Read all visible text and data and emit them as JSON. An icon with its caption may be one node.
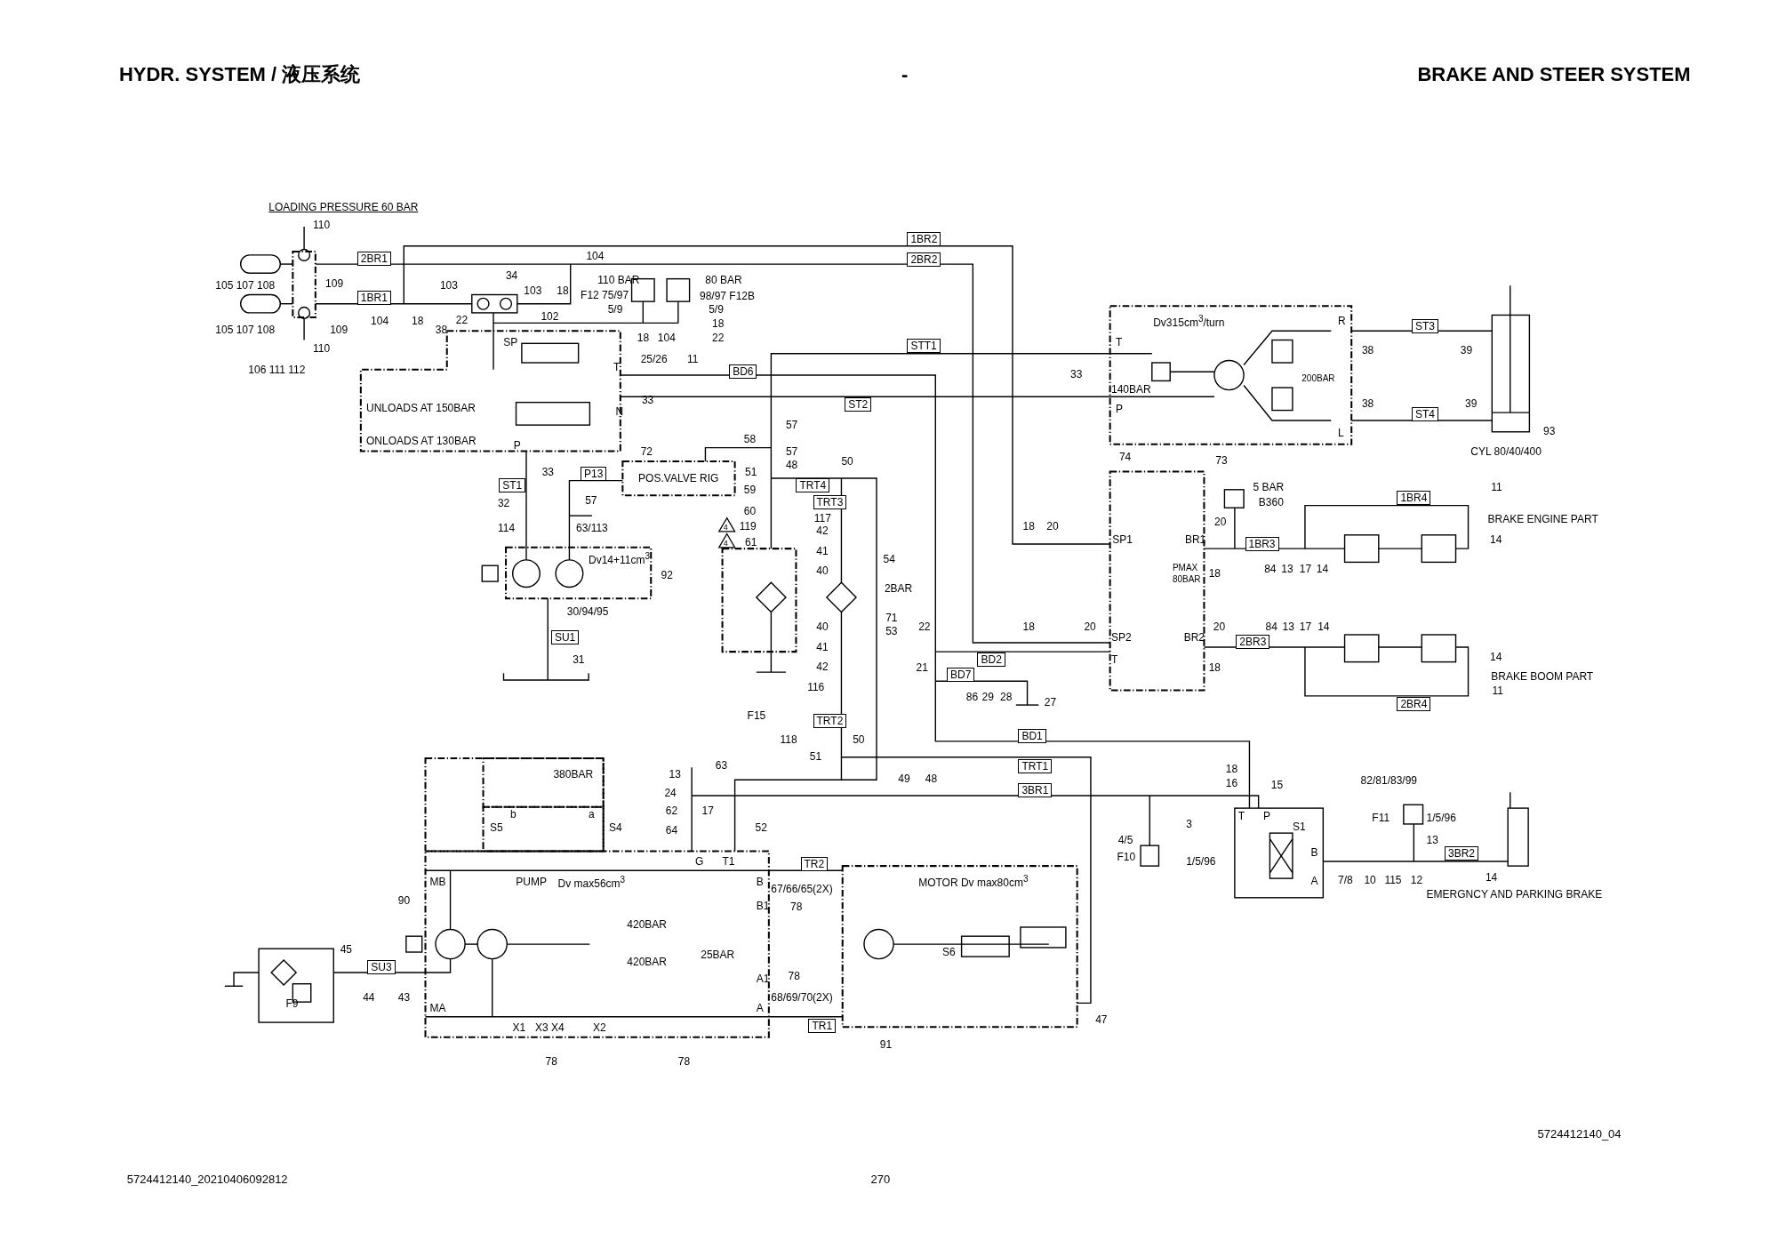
{
  "diagram": {
    "labels": [
      "HYDR. SYSTEM / 液压系统",
      "-",
      "BRAKE AND STEER SYSTEM",
      "LOADING PRESSURE 60 BAR",
      "110",
      "2BR1",
      "104",
      "1BR2",
      "2BR2",
      "105 107 108",
      "109",
      "103",
      "34",
      "103",
      "18",
      "110 BAR",
      "80 BAR",
      "1BR1",
      "F12 75/97",
      "98/97 F12B",
      "5/9",
      "5/9",
      "104",
      "18",
      "22",
      "102",
      "18",
      "105 107 108",
      "109",
      "38",
      "18",
      "104",
      "22",
      "110",
      "SP",
      "106 111 112",
      "STT1",
      "25/26",
      "11",
      "T",
      "BD6",
      "UNLOADS AT 150BAR",
      "N",
      "33",
      "ST2",
      "ONLOADS AT 130BAR",
      "P",
      "72",
      "57",
      "58",
      "57",
      "48",
      "50",
      "ST1",
      "33",
      "P13",
      "POS.VALVE RIG",
      "51",
      "TRT4",
      "59",
      "32",
      "57",
      "TRT3",
      "60",
      "117",
      "114",
      "63/113",
      "4",
      "119",
      "42",
      "4",
      "61",
      "41",
      "54",
      "Dv14+11cm$^{3}$",
      "40",
      "92",
      "2BAR",
      "71",
      "53",
      "30/94/95",
      "SU1",
      "40",
      "41",
      "42",
      "31",
      "116",
      "F15",
      "TRT2",
      "118",
      "50",
      "51",
      "49",
      "48",
      "Dv315cm$^{3}$/turn",
      "R",
      "ST3",
      "T",
      "38",
      "39",
      "33",
      "200BAR",
      "140BAR",
      "P",
      "38",
      "39",
      "ST4",
      "L",
      "93",
      "CYL 80/40/400",
      "74",
      "73",
      "5 BAR",
      "11",
      "B360",
      "1BR4",
      "BRAKE ENGINE PART",
      "18",
      "20",
      "20",
      "SP1",
      "BR1",
      "1BR3",
      "14",
      "PMAX",
      "80BAR",
      "84",
      "13",
      "17",
      "14",
      "18",
      "22",
      "18",
      "20",
      "20",
      "84",
      "13",
      "17",
      "14",
      "SP2",
      "BR2",
      "2BR3",
      "BD2",
      "T",
      "14",
      "21",
      "18",
      "BD7",
      "BRAKE BOOM PART",
      "11",
      "86",
      "29",
      "28",
      "27",
      "2BR4",
      "BD1",
      "TRT1",
      "18",
      "16",
      "15",
      "82/81/83/99",
      "3BR1",
      "T",
      "P",
      "F11",
      "1/5/96",
      "3",
      "S1",
      "4/5",
      "13",
      "B",
      "3BR2",
      "F10",
      "1/5/96",
      "A",
      "7/8",
      "10",
      "115",
      "12",
      "14",
      "EMERGNCY AND PARKING BRAKE",
      "380BAR",
      "13",
      "63",
      "24",
      "b",
      "a",
      "62",
      "17",
      "S5",
      "S4",
      "64",
      "52",
      "G",
      "T1",
      "TR2",
      "MB",
      "PUMP",
      "Dv max56cm$^{3}$",
      "B",
      "MOTOR Dv max80cm$^{3}$",
      "67/66/65(2X)",
      "90",
      "B1",
      "78",
      "420BAR",
      "45",
      "SU3",
      "420BAR",
      "25BAR",
      "S6",
      "A1",
      "78",
      "44",
      "43",
      "68/69/70(2X)",
      "F9",
      "MA",
      "A",
      "47",
      "X1",
      "X3 X4",
      "X2",
      "TR1",
      "91",
      "78",
      "78",
      "5724412140_04",
      "5724412140_20210406092812",
      "270"
    ]
  }
}
